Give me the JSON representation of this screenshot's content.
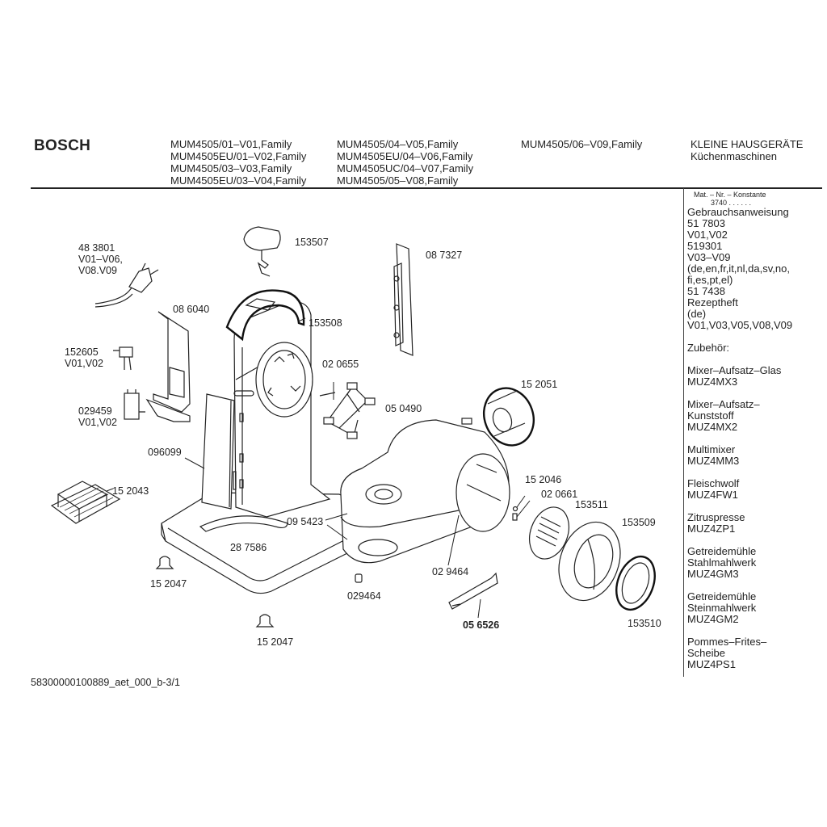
{
  "header": {
    "brand": "BOSCH",
    "models_col1": [
      "MUM4505/01–V01,Family",
      "MUM4505EU/01–V02,Family",
      "MUM4505/03–V03,Family",
      "MUM4505EU/03–V04,Family"
    ],
    "models_col2": [
      "MUM4505/04–V05,Family",
      "MUM4505EU/04–V06,Family",
      "MUM4505UC/04–V07,Family",
      "MUM4505/05–V08,Family"
    ],
    "models_col3": [
      "MUM4505/06–V09,Family"
    ],
    "category": "KLEINE HAUSGERÄTE",
    "subcategory": "Küchenmaschinen"
  },
  "sidebar": {
    "mat_header": "Mat. – Nr. – Konstante",
    "mat_value": "3740 .  .    .  .  .  .",
    "manual_title": "Gebrauchsanweisung",
    "manual_lines": [
      "51 7803",
      "V01,V02",
      "519301",
      "V03–V09",
      "(de,en,fr,it,nl,da,sv,no,",
      "fi,es,pt,el)",
      "51 7438",
      "Rezeptheft",
      "(de)",
      "V01,V03,V05,V08,V09"
    ],
    "accessories_title": "Zubehör:",
    "accessories": [
      {
        "name_lines": [
          "Mixer–Aufsatz–Glas"
        ],
        "code": "MUZ4MX3"
      },
      {
        "name_lines": [
          "Mixer–Aufsatz–",
          "Kunststoff"
        ],
        "code": "MUZ4MX2"
      },
      {
        "name_lines": [
          "Multimixer"
        ],
        "code": "MUZ4MM3"
      },
      {
        "name_lines": [
          "Fleischwolf"
        ],
        "code": "MUZ4FW1"
      },
      {
        "name_lines": [
          "Zitruspresse"
        ],
        "code": "MUZ4ZP1"
      },
      {
        "name_lines": [
          "Getreidemühle",
          "Stahlmahlwerk"
        ],
        "code": "MUZ4GM3"
      },
      {
        "name_lines": [
          "Getreidemühle",
          "Steinmahlwerk"
        ],
        "code": "MUZ4GM2"
      },
      {
        "name_lines": [
          "Pommes–Frites–",
          "Scheibe"
        ],
        "code": "MUZ4PS1"
      }
    ]
  },
  "parts": {
    "power_cord": {
      "lines": [
        "48 3801",
        "V01–V06,",
        "V08.V09"
      ]
    },
    "p086040": {
      "lines": [
        "08 6040"
      ]
    },
    "p152605": {
      "lines": [
        "152605",
        "V01,V02"
      ]
    },
    "p029459": {
      "lines": [
        "029459",
        "V01,V02"
      ]
    },
    "p096099": {
      "lines": [
        "096099"
      ]
    },
    "p152043": {
      "lines": [
        "15 2043"
      ]
    },
    "p152047a": {
      "lines": [
        "15 2047"
      ]
    },
    "p152047b": {
      "lines": [
        "15 2047"
      ]
    },
    "p287586": {
      "lines": [
        "28 7586"
      ]
    },
    "p153507": {
      "lines": [
        "153507"
      ]
    },
    "p153508": {
      "lines": [
        "153508"
      ]
    },
    "p087327": {
      "lines": [
        "08 7327"
      ]
    },
    "p020655": {
      "lines": [
        "02 0655"
      ]
    },
    "p050490": {
      "lines": [
        "05 0490"
      ]
    },
    "p152051": {
      "lines": [
        "15 2051"
      ]
    },
    "p095423": {
      "lines": [
        "09 5423"
      ]
    },
    "p029464a": {
      "lines": [
        "029464"
      ]
    },
    "p029464b": {
      "lines": [
        "02 9464"
      ]
    },
    "p056526": {
      "lines": [
        "05 6526"
      ]
    },
    "p152046": {
      "lines": [
        "15 2046"
      ]
    },
    "p020661": {
      "lines": [
        "02 0661"
      ]
    },
    "p153511": {
      "lines": [
        "153511"
      ]
    },
    "p153509": {
      "lines": [
        "153509"
      ]
    },
    "p153510": {
      "lines": [
        "153510"
      ]
    }
  },
  "footer": {
    "doc_id": "58300000100889_aet_000_b-3/1"
  }
}
